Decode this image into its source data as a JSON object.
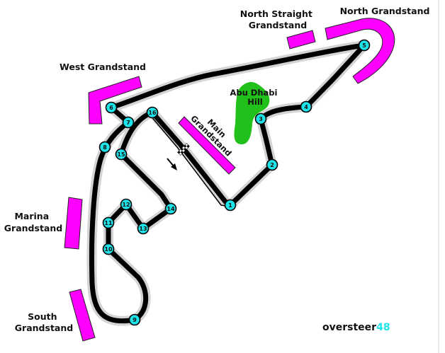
{
  "labels": {
    "north_straight_grandstand": [
      "North Straight",
      "Grandstand"
    ],
    "north_grandstand": "North Grandstand",
    "west_grandstand": "West Grandstand",
    "abu_dhabi_hill": [
      "Abu Dhabi",
      "Hill"
    ],
    "main_grandstand": [
      "Main",
      "Grandstand"
    ],
    "marina_grandstand": [
      "Marina",
      "Grandstand"
    ],
    "south_grandstand": [
      "South",
      "Grandstand"
    ]
  },
  "turns": [
    "1",
    "2",
    "3",
    "4",
    "5",
    "6",
    "7",
    "8",
    "9",
    "10",
    "11",
    "12",
    "13",
    "14",
    "15",
    "16"
  ],
  "logo": {
    "text": "oversteer",
    "number": "48"
  },
  "colors": {
    "grandstand": "#ff00ff",
    "turn_marker": "#1ee3e8",
    "hill": "#22c01a",
    "track": "#000000",
    "logo_accent": "#1ee3e8"
  }
}
